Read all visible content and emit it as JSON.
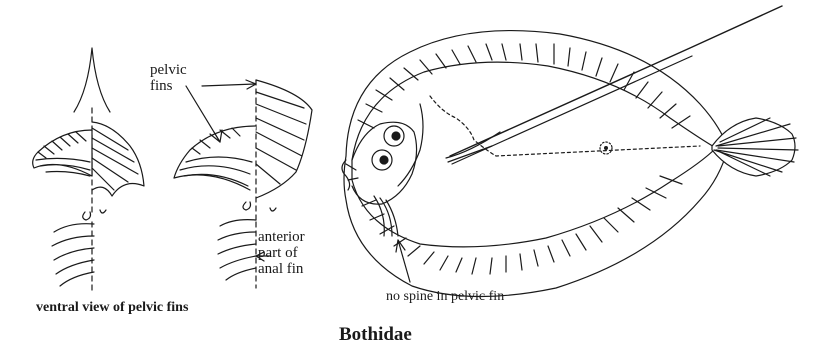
{
  "labels": {
    "pelvic_fins": [
      "pelvic",
      "fins"
    ],
    "anal_fin": [
      "anterior",
      "part of",
      "anal fin"
    ],
    "no_spine": "no spine in pelvic fin",
    "ventral_view": "ventral view of pelvic fins",
    "family": "Bothidae"
  },
  "colors": {
    "ink": "#1a1a1a",
    "background": "#ffffff"
  }
}
